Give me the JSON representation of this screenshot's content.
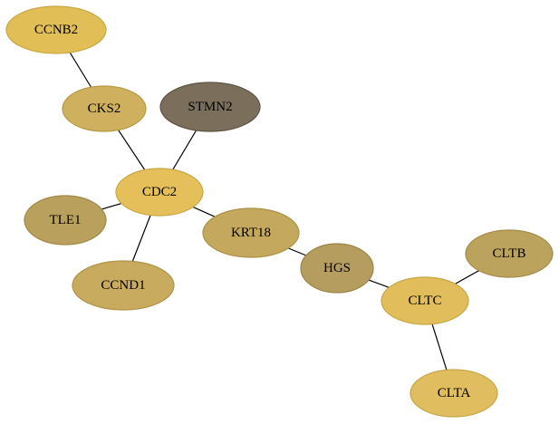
{
  "network": {
    "nodes": [
      {
        "id": "CCNB2",
        "label": "CCNB2",
        "fill": "#e2be56",
        "stroke": "#c9a640"
      },
      {
        "id": "CKS2",
        "label": "CKS2",
        "fill": "#cfb05e",
        "stroke": "#b89845"
      },
      {
        "id": "STMN2",
        "label": "STMN2",
        "fill": "#7b6f5b",
        "stroke": "#5e5444"
      },
      {
        "id": "CDC2",
        "label": "CDC2",
        "fill": "#e4bf5a",
        "stroke": "#cba743"
      },
      {
        "id": "TLE1",
        "label": "TLE1",
        "fill": "#b9a05d",
        "stroke": "#a08845"
      },
      {
        "id": "CCND1",
        "label": "CCND1",
        "fill": "#c9ab5f",
        "stroke": "#b09346"
      },
      {
        "id": "KRT18",
        "label": "KRT18",
        "fill": "#c4a85d",
        "stroke": "#ab9045"
      },
      {
        "id": "HGS",
        "label": "HGS",
        "fill": "#b49d5e",
        "stroke": "#9b8546"
      },
      {
        "id": "CLTC",
        "label": "CLTC",
        "fill": "#e1bd5c",
        "stroke": "#c8a544"
      },
      {
        "id": "CLTB",
        "label": "CLTB",
        "fill": "#bca35d",
        "stroke": "#a38b45"
      },
      {
        "id": "CLTA",
        "label": "CLTA",
        "fill": "#e0bd5e",
        "stroke": "#c7a546"
      }
    ],
    "edges": [
      {
        "source": "CCNB2",
        "target": "CKS2"
      },
      {
        "source": "CKS2",
        "target": "CDC2"
      },
      {
        "source": "STMN2",
        "target": "CDC2"
      },
      {
        "source": "CDC2",
        "target": "TLE1"
      },
      {
        "source": "CDC2",
        "target": "CCND1"
      },
      {
        "source": "CDC2",
        "target": "KRT18"
      },
      {
        "source": "KRT18",
        "target": "HGS"
      },
      {
        "source": "HGS",
        "target": "CLTC"
      },
      {
        "source": "CLTC",
        "target": "CLTB"
      },
      {
        "source": "CLTC",
        "target": "CLTA"
      }
    ]
  }
}
